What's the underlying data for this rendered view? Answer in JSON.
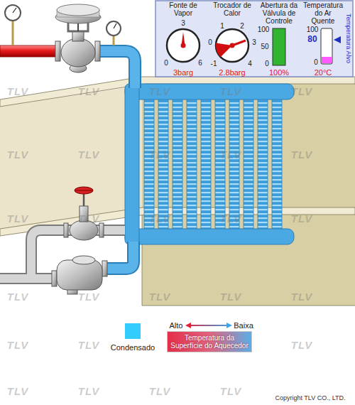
{
  "diagram": {
    "nodes": [
      {
        "text": [
          "Fonte de Vapor",
          "3barg"
        ]
      },
      {
        "text": [
          "Trocador de Calor",
          "2.8barg"
        ]
      },
      {
        "text": [
          "Abertura da Válvula de Controle",
          "100%"
        ]
      },
      {
        "text": [
          "Temperatura do Ar Quente",
          "20°C"
        ]
      },
      {
        "text": [
          "Temperatura da Superfície do Aquecedor"
        ]
      }
    ],
    "labels": [
      "3",
      "0",
      "6",
      "1",
      "2",
      "0",
      "3",
      "-1",
      "4",
      "100",
      "50",
      "0",
      "100",
      "80",
      "0",
      "Temperatura Alvo",
      "Alto",
      "Baixa",
      "Copyright TLV CO., LTD.",
      "TLV",
      "TLV",
      "TLV",
      "TLV",
      "TLV",
      "TLV",
      "TLV",
      "TLV",
      "TLV",
      "TLV",
      "TLV",
      "TLV",
      "TLV",
      "TLV",
      "TLV",
      "TLV",
      "TLV",
      "TLV",
      "TLV",
      "TLV",
      "TLV",
      "TLV",
      "TLV",
      "TLV",
      "TLV",
      "TLV",
      "TLV"
    ],
    "legend": [
      {
        "text": "Condensado",
        "color": "#33ccff"
      }
    ]
  }
}
